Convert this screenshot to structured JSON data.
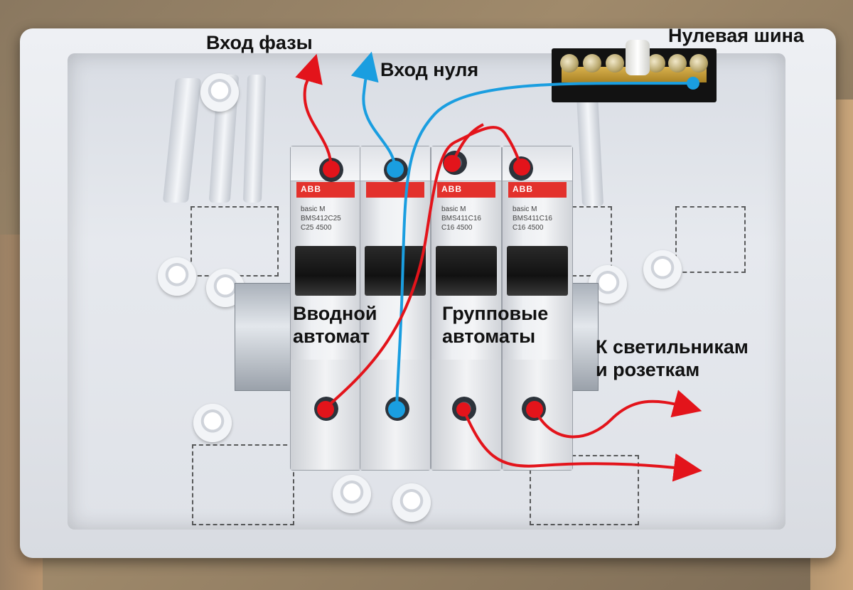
{
  "labels": {
    "phase_input": "Вход фазы",
    "neutral_input": "Вход нуля",
    "neutral_bus": "Нулевая шина",
    "main_breaker_line1": "Вводной",
    "main_breaker_line2": "автомат",
    "group_breakers_line1": "Групповые",
    "group_breakers_line2": "автоматы",
    "to_loads_line1": "К светильникам",
    "to_loads_line2": "и розеткам"
  },
  "breakers": [
    {
      "brand": "ABB",
      "series": "basic M",
      "model": "BMS412C25",
      "rating": "C25",
      "capacity": "4500"
    },
    {
      "brand": "",
      "series": "",
      "model": "",
      "rating": "",
      "capacity": ""
    },
    {
      "brand": "ABB",
      "series": "basic M",
      "model": "BMS411C16",
      "rating": "C16",
      "capacity": "4500"
    },
    {
      "brand": "ABB",
      "series": "basic M",
      "model": "BMS411C16",
      "rating": "C16",
      "capacity": "4500"
    }
  ],
  "colors": {
    "phase_wire": "#e3141b",
    "neutral_wire": "#1a9ee0",
    "terminal_phase": "#e3141b",
    "terminal_neutral": "#1a9ee0"
  },
  "icons": [
    "arrow-up-icon",
    "arrow-right-icon",
    "terminal-dot-icon"
  ]
}
